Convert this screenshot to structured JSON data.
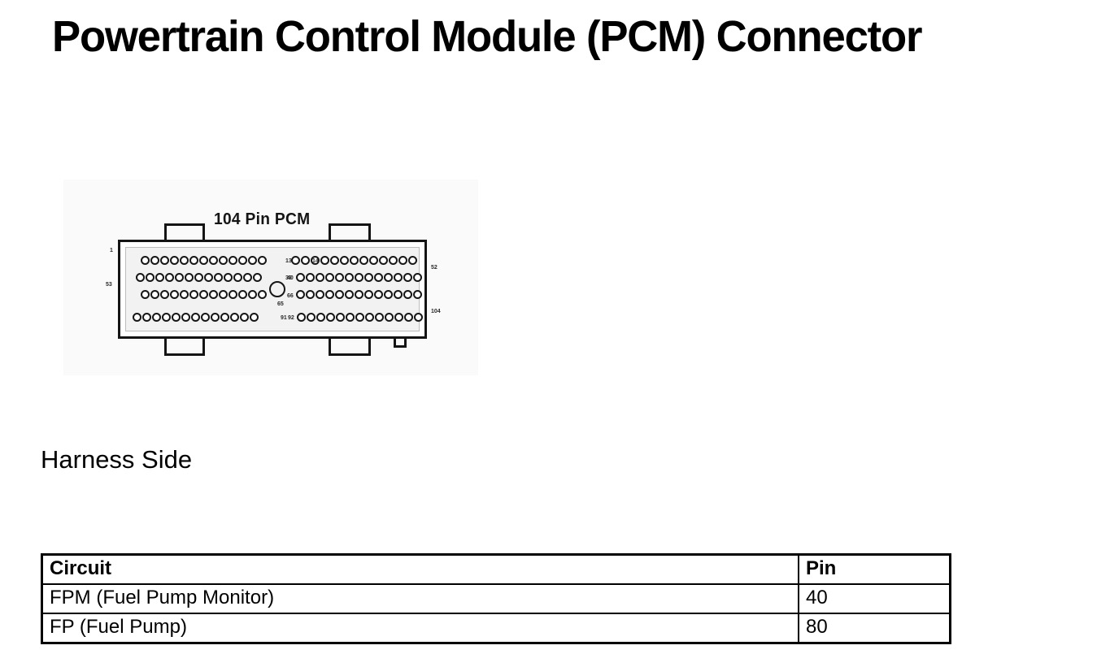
{
  "page": {
    "title": "Powertrain Control Module (PCM) Connector"
  },
  "figure": {
    "caption": "104 Pin PCM",
    "view_label": "Harness Side",
    "pin_numbers": {
      "row1_left_start": "1",
      "row1_left_end": "13",
      "row1_right_start": "14",
      "row2_left_end": "39",
      "row2_right_start": "40",
      "row3_left_start": "53",
      "row3_left_end": "65",
      "row3_right_start": "66",
      "right_edge_upper": "52",
      "row4_left_end": "91",
      "row4_right_start": "92",
      "right_edge_lower": "104"
    },
    "rows": [
      {
        "left_count": 13,
        "right_count": 13
      },
      {
        "left_count": 13,
        "right_count": 13
      },
      {
        "left_count": 13,
        "right_count": 13
      },
      {
        "left_count": 13,
        "right_count": 13
      }
    ]
  },
  "table": {
    "headers": [
      "Circuit",
      "Pin"
    ],
    "rows": [
      [
        "FPM (Fuel Pump Monitor)",
        "40"
      ],
      [
        "FP (Fuel Pump)",
        "80"
      ]
    ]
  },
  "colors": {
    "text": "#000000",
    "figure_background": "#fafafa",
    "connector_outline": "#141414",
    "pin_field": "#f2f2f2",
    "page_background": "#ffffff"
  }
}
